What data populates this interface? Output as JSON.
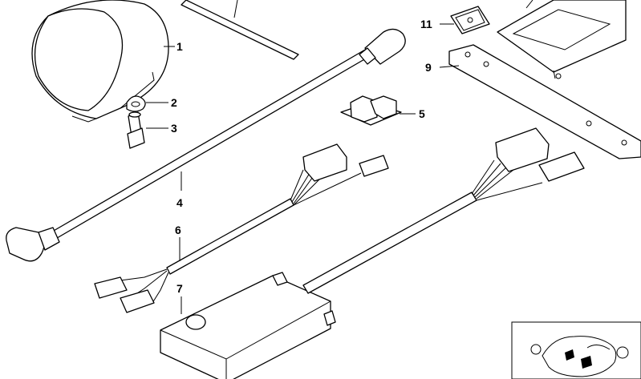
{
  "diagram": {
    "callouts": [
      {
        "label": "1"
      },
      {
        "label": "2"
      },
      {
        "label": "3"
      },
      {
        "label": "4"
      },
      {
        "label": "5"
      },
      {
        "label": "6"
      },
      {
        "label": "7"
      },
      {
        "label": "9"
      },
      {
        "label": "11"
      }
    ]
  }
}
